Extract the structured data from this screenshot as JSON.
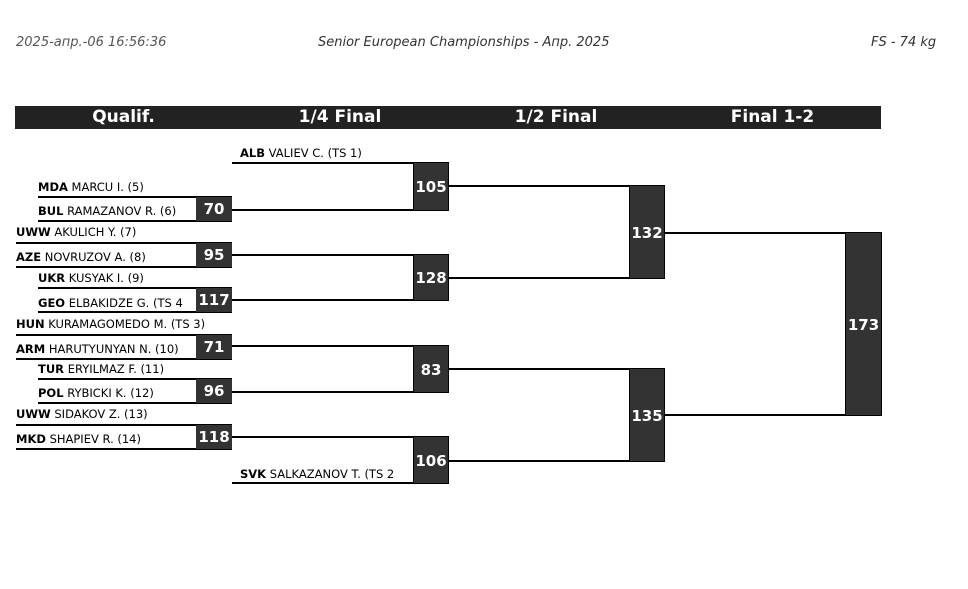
{
  "header": {
    "timestamp": "2025-апр.-06 16:56:36",
    "title": "Senior European Championships - Апр. 2025",
    "category": "FS - 74 kg"
  },
  "rounds": [
    "Qualif.",
    "1/4 Final",
    "1/2 Final",
    "Final 1-2"
  ],
  "wrestlers": [
    {
      "country": "ALB",
      "name": "VALIEV C. (TS 1)"
    },
    {
      "country": "MDA",
      "name": "MARCU I. (5)"
    },
    {
      "country": "BUL",
      "name": "RAMAZANOV R. (6)"
    },
    {
      "country": "UWW",
      "name": "AKULICH Y. (7)"
    },
    {
      "country": "AZE",
      "name": "NOVRUZOV A. (8)"
    },
    {
      "country": "UKR",
      "name": "KUSYAK I. (9)"
    },
    {
      "country": "GEO",
      "name": "ELBAKIDZE G. (TS 4"
    },
    {
      "country": "HUN",
      "name": "KURAMAGOMEDO M. (TS 3)"
    },
    {
      "country": "ARM",
      "name": "HARUTYUNYAN N. (10)"
    },
    {
      "country": "TUR",
      "name": "ERYILMAZ F. (11)"
    },
    {
      "country": "POL",
      "name": "RYBICKI K. (12)"
    },
    {
      "country": "UWW",
      "name": "SIDAKOV Z. (13)"
    },
    {
      "country": "MKD",
      "name": "SHAPIEV R. (14)"
    },
    {
      "country": "SVK",
      "name": "SALKAZANOV T. (TS 2"
    }
  ],
  "bouts": {
    "qualif": [
      "70",
      "95",
      "117",
      "71",
      "96",
      "118"
    ],
    "quarter": [
      "105",
      "128",
      "83",
      "106"
    ],
    "semi": [
      "132",
      "135"
    ],
    "final": "173"
  }
}
